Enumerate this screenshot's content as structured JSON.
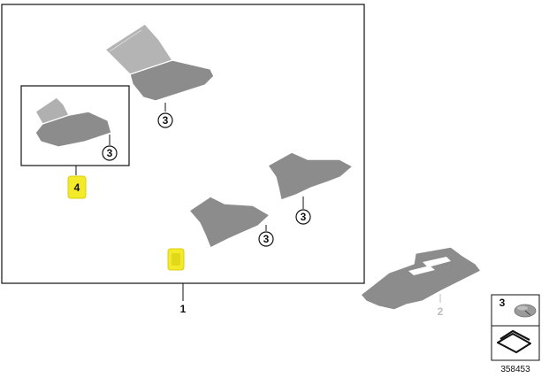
{
  "callouts": {
    "assembly": "1",
    "rear_mat_set": "2",
    "retainer": "3",
    "mat_group": "4"
  },
  "legend": {
    "retainer_label": "3"
  },
  "diagram_number": "358453",
  "colors": {
    "highlight": "#f3ea2a",
    "mat_fill": "#8c8c8c",
    "mat_fill_light": "#a9a9a9",
    "outline": "#111111",
    "ghost_label": "#bdbdbd"
  },
  "icons": {
    "retainer_clip": "round-clip-icon",
    "mat_symbol": "floor-mat-symbol-icon"
  }
}
